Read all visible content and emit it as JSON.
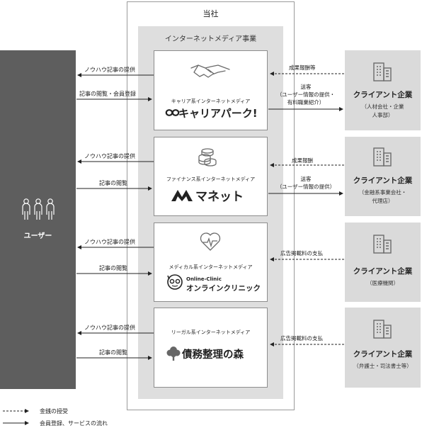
{
  "company": {
    "title": "当社"
  },
  "media": {
    "title": "インターネットメディア事業"
  },
  "user": {
    "label": "ユーザー"
  },
  "services": [
    {
      "category": "キャリア系インターネットメディア",
      "brand": "キャリアパーク!",
      "icon": "handshake-icon"
    },
    {
      "category": "ファイナンス系インターネットメディア",
      "brand": "マネット",
      "icon": "coins-icon"
    },
    {
      "category": "メディカル系インターネットメディア",
      "brand_line1": "Online-Clinic",
      "brand_line2": "オンラインクリニック",
      "icon": "heartbeat-icon"
    },
    {
      "category": "リーガル系インターネットメディア",
      "brand": "債務整理の森",
      "icon": "tree-icon"
    }
  ],
  "clients": [
    {
      "title": "クライアント企業",
      "desc": "（人材会社・企業\n人事部）"
    },
    {
      "title": "クライアント企業",
      "desc": "（金融系事業会社・\n代理店）"
    },
    {
      "title": "クライアント企業",
      "desc": "（医療機関）"
    },
    {
      "title": "クライアント企業",
      "desc": "（弁護士・司法書士等）"
    }
  ],
  "user_flows": [
    {
      "to_user": "ノウハウ記事の提供",
      "to_media": "記事の閲覧・会員登録"
    },
    {
      "to_user": "ノウハウ記事の提供",
      "to_media": "記事の閲覧"
    },
    {
      "to_user": "ノウハウ記事の提供",
      "to_media": "記事の閲覧"
    },
    {
      "to_user": "ノウハウ記事の提供",
      "to_media": "記事の閲覧"
    }
  ],
  "client_flows": [
    {
      "money": "成果報酬等",
      "send": "送客\n（ユーザー情報の提供・\n有料職業紹介）"
    },
    {
      "money": "成果報酬",
      "send": "送客\n（ユーザー情報の提供）"
    },
    {
      "money": "広告掲載料の支払"
    },
    {
      "money": "広告掲載料の支払"
    }
  ],
  "legend": {
    "money": "金銭の授受",
    "service": "会員登録、サービスの流れ"
  },
  "colors": {
    "user_panel": "#5e5e5e",
    "media_bg": "#dedede",
    "client_bg": "#dadada",
    "icon": "#6b6b6b"
  }
}
